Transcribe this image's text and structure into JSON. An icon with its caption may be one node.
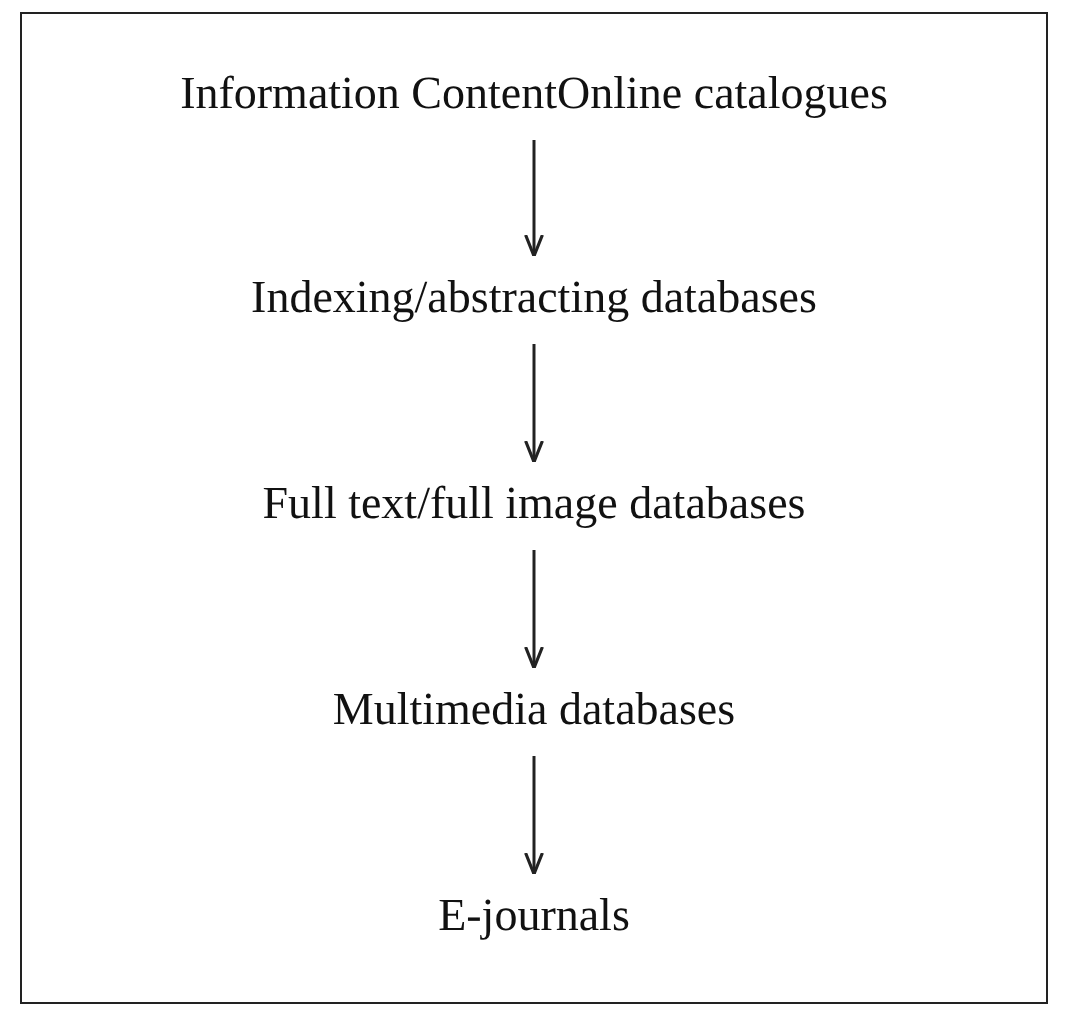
{
  "diagram": {
    "nodes": [
      {
        "text": [],
        "shape": "box"
      },
      {
        "text": [
          "Information ContentOnline catalogues"
        ],
        "in": 0
      },
      {
        "text": [
          "Indexing/abstracting databases"
        ],
        "in": 0
      },
      {
        "text": [
          "Full text/full image databases"
        ],
        "in": 0
      },
      {
        "text": [
          "Multimedia databases"
        ],
        "in": 0
      },
      {
        "text": [
          "E-journals"
        ],
        "in": 0
      }
    ],
    "edges": [
      {
        "from": 1,
        "to": 2,
        "arrow": "to"
      },
      {
        "from": 2,
        "to": 3,
        "arrow": "to"
      },
      {
        "from": 3,
        "to": 4,
        "arrow": "to"
      },
      {
        "from": 4,
        "to": 5,
        "arrow": "to"
      }
    ]
  }
}
